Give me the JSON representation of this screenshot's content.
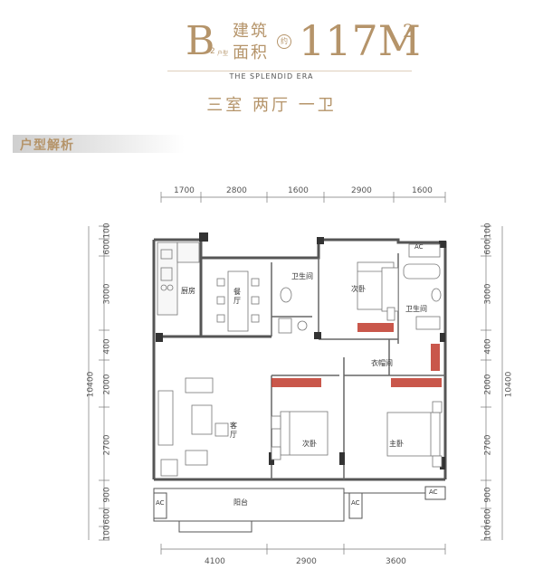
{
  "header": {
    "type_letter": "B",
    "type_sub_index": "2",
    "type_sub_word": "户型",
    "area_label_line1": "建筑",
    "area_label_line2": "面积",
    "approx": "约",
    "area_value": "117M",
    "area_unit_sup": "2",
    "tagline": "THE SPLENDID ERA",
    "layout": "三室  两厅  一卫"
  },
  "section_title": "户型解析",
  "dims": {
    "top": [
      "1700",
      "2800",
      "1600",
      "2900",
      "1600"
    ],
    "bottom": [
      "4100",
      "2900",
      "3600"
    ],
    "left": [
      "100",
      "600",
      "3000",
      "400",
      "2000",
      "2700",
      "900",
      "600",
      "100"
    ],
    "right": [
      "100",
      "600",
      "3000",
      "400",
      "2000",
      "2700",
      "900",
      "600",
      "100"
    ],
    "left_total": "10400",
    "right_total": "10400"
  },
  "rooms": {
    "kitchen": "厨房",
    "dining": "餐厅",
    "bath_1": "卫生间",
    "bedroom_top": "次卧",
    "bath_2": "卫生间",
    "closet": "衣帽间",
    "living": "客厅",
    "bedroom_mid": "次卧",
    "master": "主卧",
    "balcony": "阳台",
    "ac": "AC"
  },
  "colors": {
    "accent": "#b5946a",
    "wall": "#444444",
    "wardrobe": "#c0392b"
  }
}
